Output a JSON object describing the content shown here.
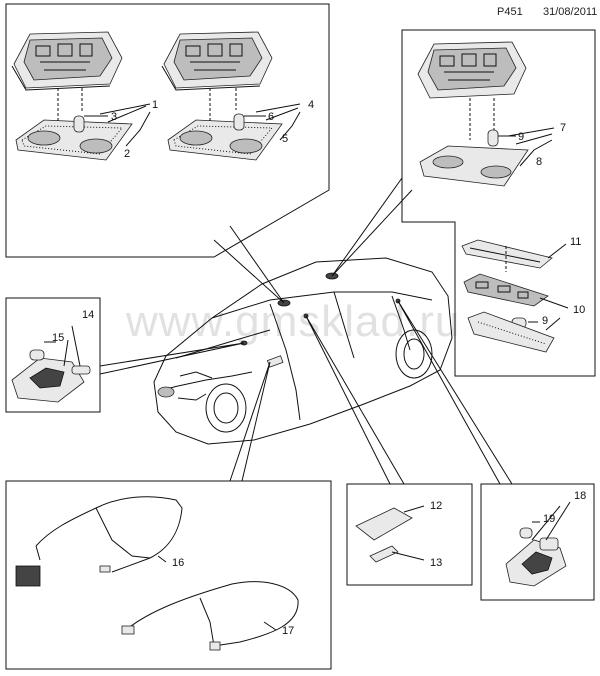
{
  "header": {
    "code": "P451",
    "date": "31/08/2011"
  },
  "watermark": "www.gmsklad.ru",
  "callouts": [
    {
      "id": "c1",
      "label": "1"
    },
    {
      "id": "c2",
      "label": "2"
    },
    {
      "id": "c3",
      "label": "3"
    },
    {
      "id": "c4",
      "label": "4"
    },
    {
      "id": "c5",
      "label": "5"
    },
    {
      "id": "c6",
      "label": "6"
    },
    {
      "id": "c7",
      "label": "7"
    },
    {
      "id": "c8",
      "label": "8"
    },
    {
      "id": "c9a",
      "label": "9"
    },
    {
      "id": "c9b",
      "label": "9"
    },
    {
      "id": "c10",
      "label": "10"
    },
    {
      "id": "c11",
      "label": "11"
    },
    {
      "id": "c12",
      "label": "12"
    },
    {
      "id": "c13",
      "label": "13"
    },
    {
      "id": "c14",
      "label": "14"
    },
    {
      "id": "c15",
      "label": "15"
    },
    {
      "id": "c16",
      "label": "16"
    },
    {
      "id": "c17",
      "label": "17"
    },
    {
      "id": "c18",
      "label": "18"
    },
    {
      "id": "c19",
      "label": "19"
    }
  ]
}
